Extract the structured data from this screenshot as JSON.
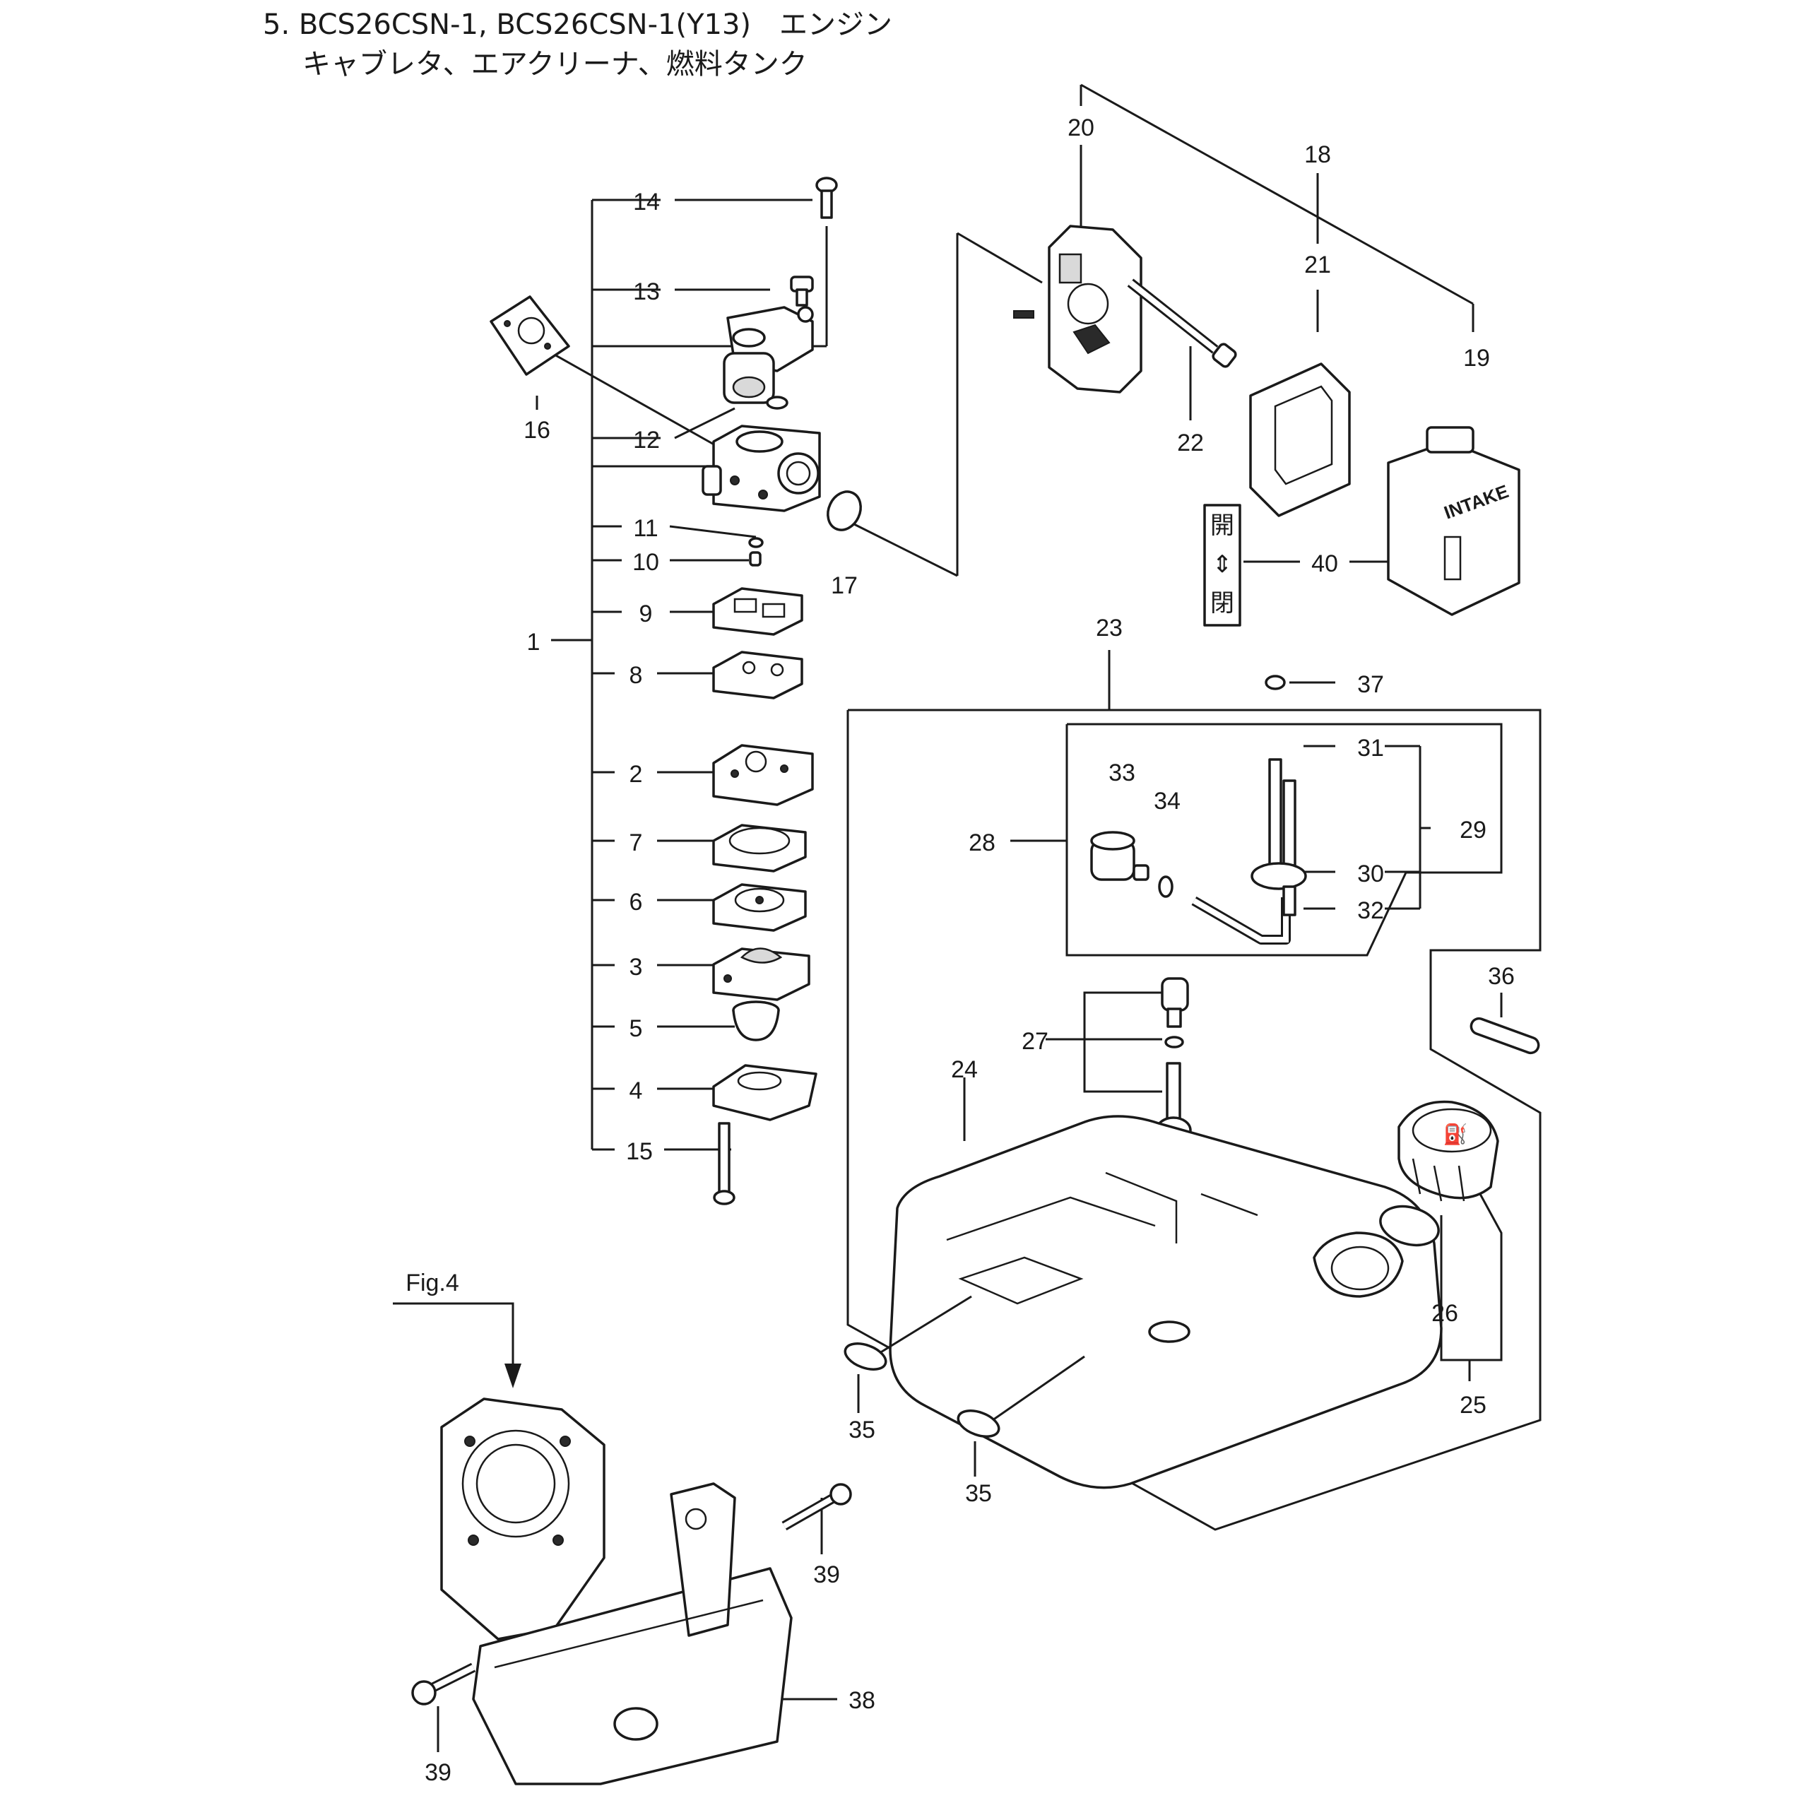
{
  "title": {
    "line1": "5. BCS26CSN-1, BCS26CSN-1(Y13)　エンジン",
    "line2": "キャブレタ、エアクリーナ、燃料タンク"
  },
  "callouts": {
    "c1": "1",
    "c2": "2",
    "c3": "3",
    "c4": "4",
    "c5": "5",
    "c6": "6",
    "c7": "7",
    "c8": "8",
    "c9": "9",
    "c10": "10",
    "c11": "11",
    "c12": "12",
    "c13": "13",
    "c14": "14",
    "c15": "15",
    "c16": "16",
    "c17": "17",
    "c18": "18",
    "c19": "19",
    "c20": "20",
    "c21": "21",
    "c22": "22",
    "c23": "23",
    "c24": "24",
    "c25": "25",
    "c26": "26",
    "c27": "27",
    "c28": "28",
    "c29": "29",
    "c30": "30",
    "c31": "31",
    "c32": "32",
    "c33": "33",
    "c34": "34",
    "c35a": "35",
    "c35b": "35",
    "c36": "36",
    "c37": "37",
    "c38": "38",
    "c39a": "39",
    "c39b": "39",
    "c40": "40"
  },
  "fig_ref": "Fig.4",
  "cover_label": "INTAKE",
  "choke_label": {
    "open": "開",
    "arrow": "⇕",
    "closed": "閉"
  },
  "cap_marking": "⛽"
}
